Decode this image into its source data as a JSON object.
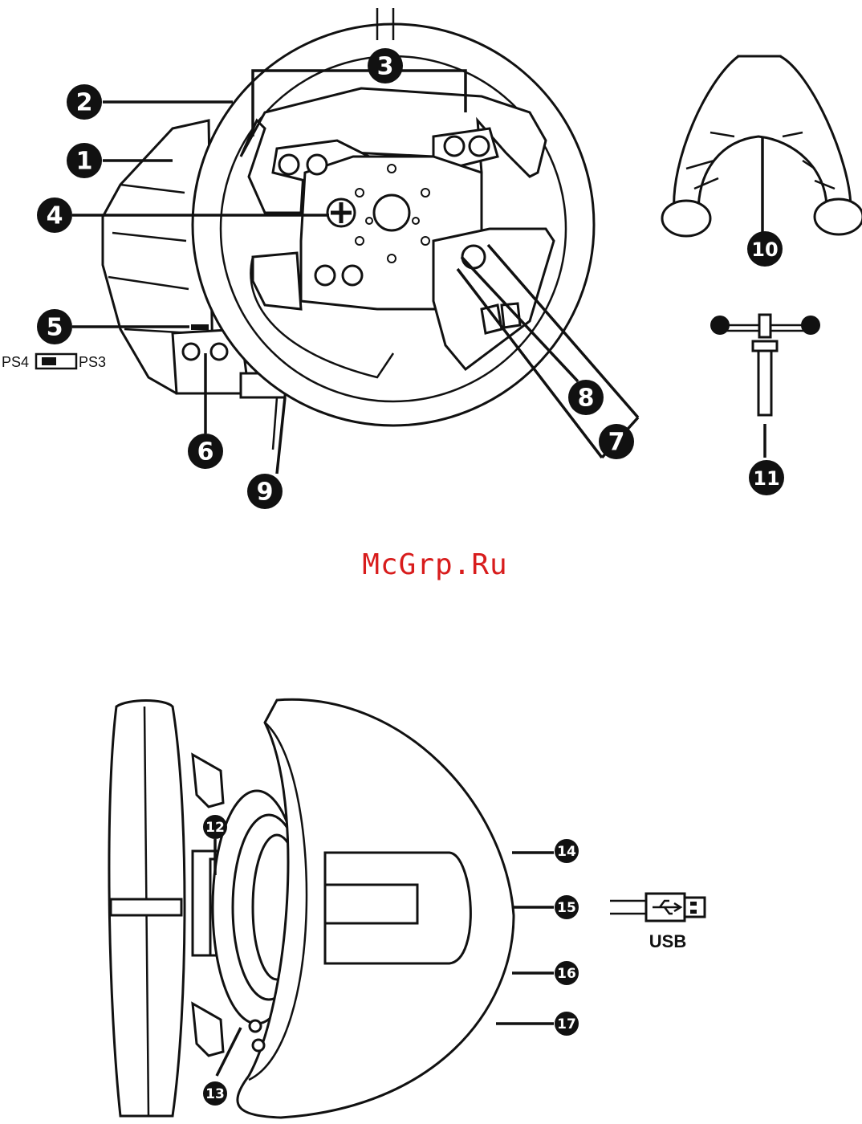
{
  "watermark": "McGrp.Ru",
  "switch": {
    "left_label": "PS4",
    "right_label": "PS3"
  },
  "usb_label": "USB",
  "callouts": {
    "c1": "1",
    "c2": "2",
    "c3": "3",
    "c4": "4",
    "c5": "5",
    "c6": "6",
    "c7": "7",
    "c8": "8",
    "c9": "9",
    "c10": "10",
    "c11": "11",
    "c12": "12",
    "c13": "13",
    "c14": "14",
    "c15": "15",
    "c16": "16",
    "c17": "17"
  }
}
